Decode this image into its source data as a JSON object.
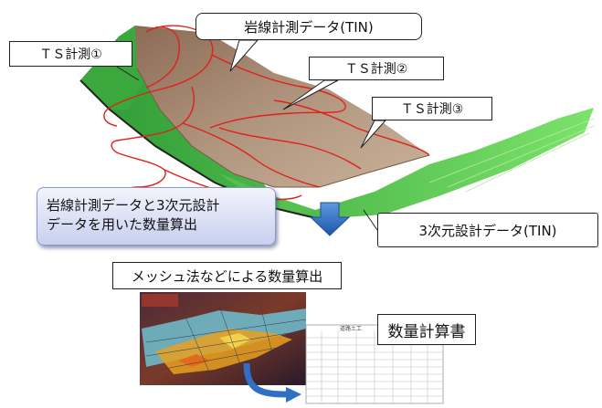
{
  "callouts": {
    "rock_line_tin": "岩線計測データ(TIN)",
    "ts1": "ＴＳ計測①",
    "ts2": "ＴＳ計測②",
    "ts3": "ＴＳ計測③",
    "design_tin": "3次元設計データ(TIN)",
    "mesh_method": "メッシュ法などによる数量算出",
    "quantity_report": "数量計算書"
  },
  "result_box": {
    "line1": "岩線計測データと3次元設計",
    "line2": "データを用いた数量算出"
  },
  "report_sheet": {
    "title": "道路土工"
  },
  "colors": {
    "terrain_green": "#4ec94a",
    "rock_surface": "#a8896e",
    "ts_outline": "#e0201c",
    "arrow_blue": "#2f6fc4"
  }
}
